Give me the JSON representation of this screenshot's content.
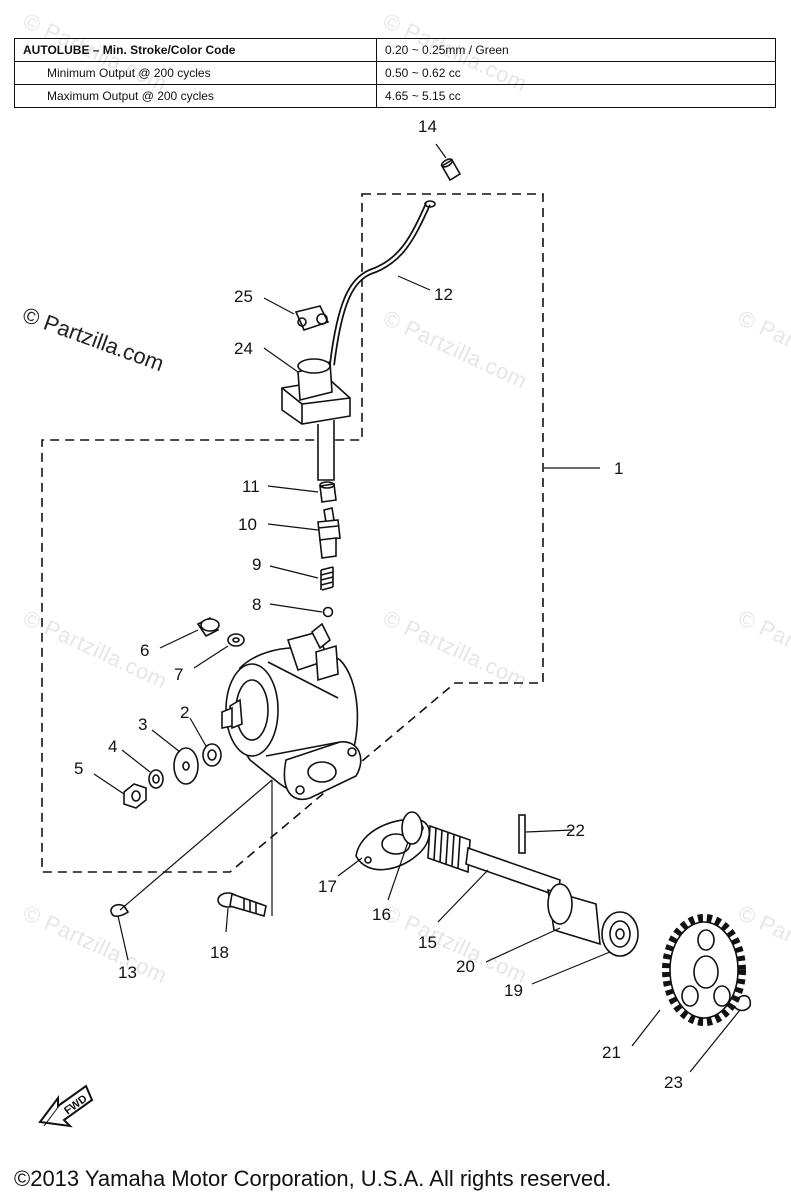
{
  "spec_table": {
    "rows": [
      {
        "label": "AUTOLUBE – Min. Stroke/Color Code",
        "value": "0.20 ~ 0.25mm / Green"
      },
      {
        "label": "Minimum Output @ 200 cycles",
        "value": "0.50 ~ 0.62 cc"
      },
      {
        "label": "Maximum Output @ 200 cycles",
        "value": "4.65 ~ 5.15 cc"
      }
    ]
  },
  "watermark": "© Partzilla.com",
  "callouts": {
    "c1": "1",
    "c2": "2",
    "c3": "3",
    "c4": "4",
    "c5": "5",
    "c6": "6",
    "c7": "7",
    "c8": "8",
    "c9": "9",
    "c10": "10",
    "c11": "11",
    "c12": "12",
    "c13": "13",
    "c14": "14",
    "c15": "15",
    "c16": "16",
    "c17": "17",
    "c18": "18",
    "c19": "19",
    "c20": "20",
    "c21": "21",
    "c22": "22",
    "c23": "23",
    "c24": "24",
    "c25": "25"
  },
  "fwd_label": "FWD",
  "copyright": "©2013 Yamaha Motor Corporation, U.S.A. All rights reserved."
}
